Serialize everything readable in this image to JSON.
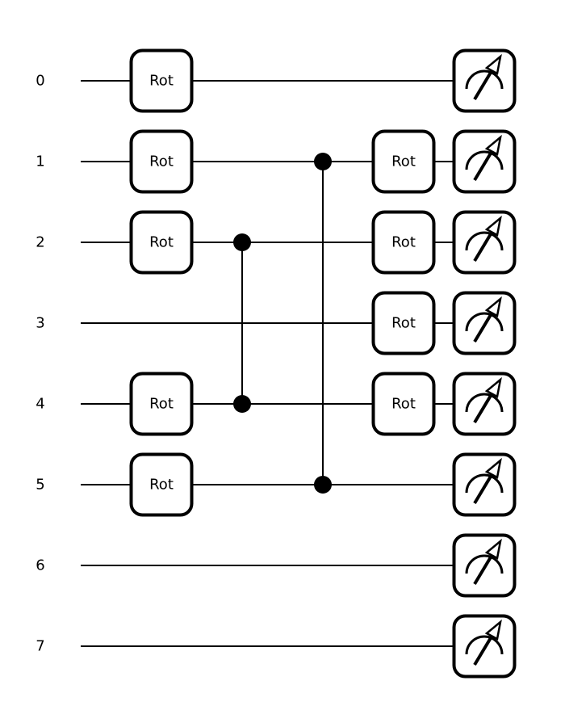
{
  "diagram": {
    "type": "quantum-circuit",
    "wires": [
      "0",
      "1",
      "2",
      "3",
      "4",
      "5",
      "6",
      "7"
    ],
    "layers": [
      {
        "gates": [
          {
            "label": "Rot",
            "wire": 0
          },
          {
            "label": "Rot",
            "wire": 1
          },
          {
            "label": "Rot",
            "wire": 2
          },
          {
            "label": "Rot",
            "wire": 4
          },
          {
            "label": "Rot",
            "wire": 5
          }
        ],
        "controls": []
      },
      {
        "gates": [],
        "controls": [
          {
            "wires": [
              2,
              4
            ]
          }
        ]
      },
      {
        "gates": [],
        "controls": [
          {
            "wires": [
              1,
              5
            ]
          }
        ]
      },
      {
        "gates": [
          {
            "label": "Rot",
            "wire": 1
          },
          {
            "label": "Rot",
            "wire": 2
          },
          {
            "label": "Rot",
            "wire": 3
          },
          {
            "label": "Rot",
            "wire": 4
          }
        ],
        "controls": []
      }
    ],
    "measurements": [
      0,
      1,
      2,
      3,
      4,
      5,
      6,
      7
    ],
    "icons": {
      "measurement": "measurement-meter-icon",
      "control": "control-dot-icon"
    }
  }
}
